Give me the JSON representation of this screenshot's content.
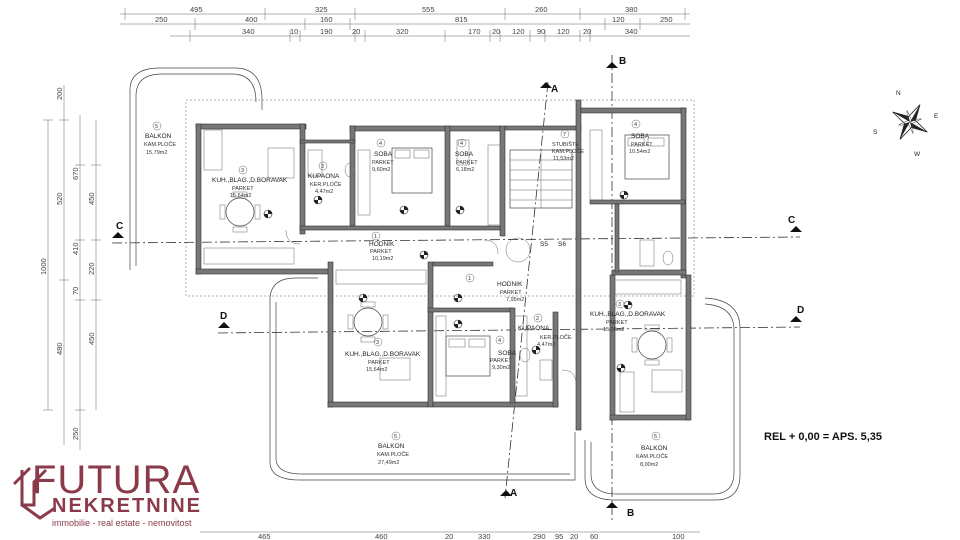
{
  "top_dimensions": {
    "row1": [
      "495",
      "325",
      "555",
      "260",
      "380"
    ],
    "row2": [
      "250",
      "400",
      "160",
      "815",
      "120",
      "250"
    ],
    "row3": [
      "340",
      "10",
      "190",
      "20",
      "320",
      "170",
      "20",
      "120",
      "90",
      "120",
      "20",
      "340"
    ]
  },
  "left_dimensions": [
    "200",
    "520",
    "670",
    "450",
    "1000",
    "410",
    "70",
    "220",
    "480",
    "450",
    "250"
  ],
  "bottom_dimensions": [
    "465",
    "460",
    "20",
    "330",
    "290",
    "95",
    "20",
    "60",
    "100"
  ],
  "section_markers": {
    "A": "A",
    "B": "B",
    "C": "C",
    "D": "D"
  },
  "rooms": [
    {
      "num": "5",
      "name": "BALKON",
      "floor": "KAM.PLOČE",
      "area": "15,79m2"
    },
    {
      "num": "3",
      "name": "KUH.,BLAG.,D.BORAVAK",
      "floor": "PARKET",
      "area": "15,64m2"
    },
    {
      "num": "2",
      "name": "KUPAONA",
      "floor": "KER.PLOČE",
      "area": "4,47m2"
    },
    {
      "num": "4",
      "name": "SOBA",
      "floor": "PARKET",
      "area": "9,60m2"
    },
    {
      "num": "4",
      "name": "SOBA",
      "floor": "PARKET",
      "area": "6,18m2"
    },
    {
      "num": "1",
      "name": "HODNIK",
      "floor": "PARKET",
      "area": "10,19m2"
    },
    {
      "num": "7",
      "name": "STUBIŠTE",
      "floor": "KAM.PLOČE",
      "area": "11,53m2"
    },
    {
      "num": "4",
      "name": "SOBA",
      "floor": "PARKET",
      "area": "10,54m2"
    },
    {
      "num": "1",
      "name": "HODNIK",
      "floor": "PARKET",
      "area": "7,95m2"
    },
    {
      "num": "3",
      "name": "KUH.,BLAG.,D.BORAVAK",
      "floor": "PARKET",
      "area": "15,64m2"
    },
    {
      "num": "2",
      "name": "KUPAONA",
      "floor": "KER.PLOČE",
      "area": "4,47m2"
    },
    {
      "num": "4",
      "name": "SOBA",
      "floor": "PARKET",
      "area": "9,30m2"
    },
    {
      "num": "3",
      "name": "KUH.,BLAG.,D.BORAVAK",
      "floor": "PARKET",
      "area": "15,36m2"
    },
    {
      "num": "5",
      "name": "BALKON",
      "floor": "KAM.PLOČE",
      "area": "27,49m2"
    },
    {
      "num": "5",
      "name": "BALKON",
      "floor": "KAM.PLOČE",
      "area": "8,00m2"
    }
  ],
  "stair_labels": [
    "S5",
    "S6"
  ],
  "reference_note": "REL + 0,00 = APS. 5,35",
  "compass": {
    "n": "N",
    "s": "S",
    "e": "E",
    "w": "W"
  },
  "logo": {
    "main": "FUTURA",
    "sub": "NEKRETNINE",
    "tagline": "immobilie - real estate - nemovitost"
  }
}
